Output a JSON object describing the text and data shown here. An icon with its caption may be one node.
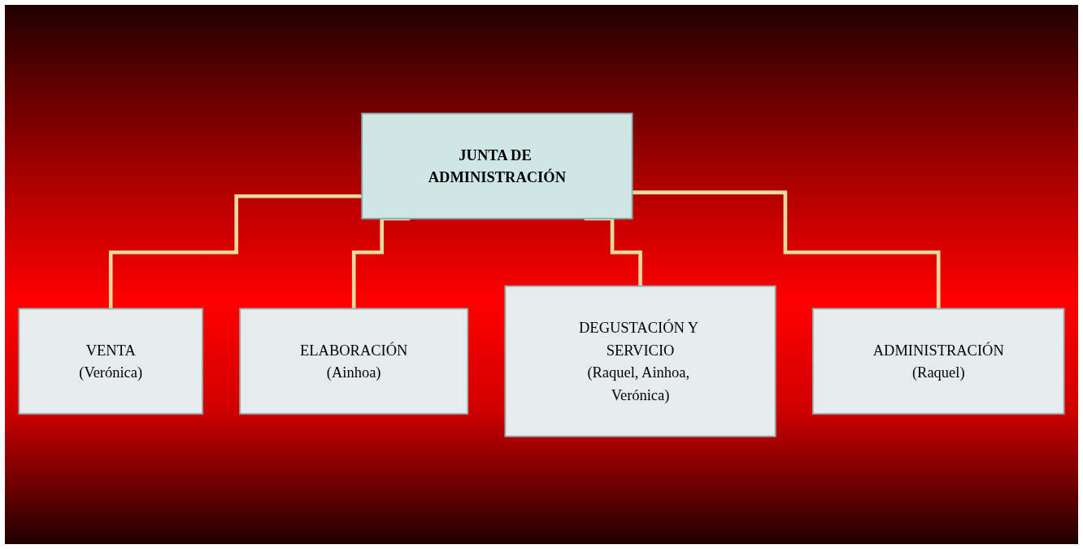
{
  "diagram": {
    "nodes": [
      {
        "text": [
          "JUNTA DE ADMINISTRACIÓN"
        ]
      },
      {
        "text": [
          "VENTA",
          "(Verónica)"
        ]
      },
      {
        "text": [
          "ELABORACIÓN",
          "(Ainhoa)"
        ]
      },
      {
        "text": [
          "DEGUSTACIÓN Y SERVICIO",
          "(Raquel, Ainhoa, Verónica)"
        ]
      },
      {
        "text": [
          "ADMINISTRACIÓN",
          "(Raquel)"
        ]
      }
    ],
    "edges": [
      {
        "from": 0,
        "to": 1,
        "arrow": "none"
      },
      {
        "from": 0,
        "to": 2,
        "arrow": "none"
      },
      {
        "from": 0,
        "to": 3,
        "arrow": "none"
      },
      {
        "from": 0,
        "to": 4,
        "arrow": "none"
      }
    ]
  }
}
